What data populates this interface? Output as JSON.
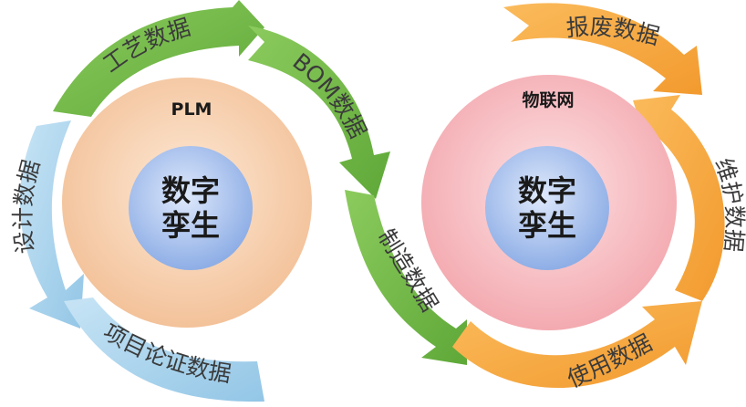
{
  "left_cycle": {
    "circle_label": "PLM",
    "core_line1": "数字",
    "core_line2": "孪生",
    "segments": {
      "process": "工艺数据",
      "bom": "BOM数据",
      "manufacturing": "制造数据",
      "project": "项目论证数据",
      "design": "设计数据"
    }
  },
  "right_cycle": {
    "circle_label": "物联网",
    "core_line1": "数字",
    "core_line2": "孪生",
    "segments": {
      "scrap": "报废数据",
      "maintenance": "维护数据",
      "usage": "使用数据"
    }
  },
  "colors": {
    "green": "#6fb846",
    "light_blue": "#a9d4ee",
    "orange": "#f6a640",
    "left_outer_circle": "#f6cba4",
    "right_outer_circle": "#f8b9bd",
    "core": "#9cb8ea"
  }
}
